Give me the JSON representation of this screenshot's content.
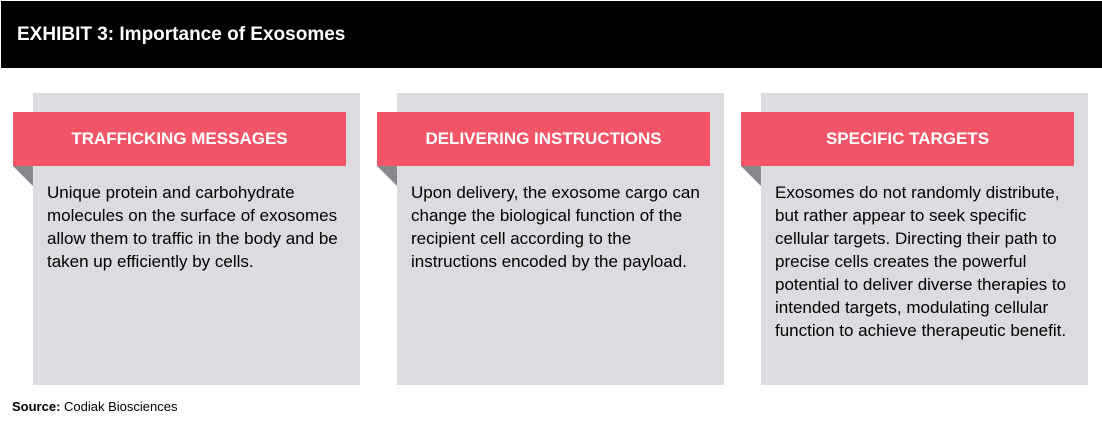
{
  "exhibit": {
    "title": "EXHIBIT 3: Importance of Exosomes"
  },
  "cards": [
    {
      "heading": "TRAFFICKING MESSAGES",
      "body": "Unique protein and carbohydrate molecules on the surface of exosomes allow them to traffic in the body and be taken up efficiently by cells."
    },
    {
      "heading": "DELIVERING INSTRUCTIONS",
      "body": "Upon delivery, the exosome cargo can change the biological function of the recipient cell according to the instructions encoded by the payload."
    },
    {
      "heading": "SPECIFIC TARGETS",
      "body": "Exosomes do not randomly distribute, but rather appear to seek specific cellular targets. Directing their path to precise cells creates the powerful potential to deliver diverse therapies to intended targets, modulating cellular function to achieve therapeutic benefit."
    }
  ],
  "source": {
    "label": "Source:",
    "text": "Codiak Biosciences"
  },
  "colors": {
    "header_background": "#000000",
    "ribbon": "#f35568",
    "ribbon_fold": "#88878d",
    "card_background": "#dcdbe0"
  }
}
